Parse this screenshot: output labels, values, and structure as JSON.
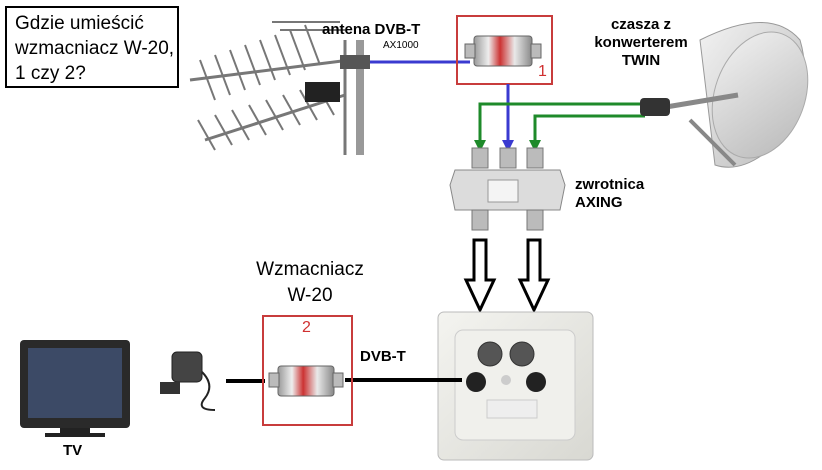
{
  "question": {
    "lines": [
      "Gdzie umieścić",
      "wzmacniacz W-20,",
      "1 czy 2?"
    ]
  },
  "antenna": {
    "label": "antena DVB-T",
    "model": "AX1000"
  },
  "dish": {
    "label_lines": [
      "czasza z",
      "konwerterem",
      "TWIN"
    ]
  },
  "diplexer": {
    "label_lines": [
      "zwrotnica",
      "AXING"
    ]
  },
  "amplifier": {
    "label_lines": [
      "Wzmacniacz",
      "W-20"
    ]
  },
  "positions": {
    "first": "1",
    "second": "2"
  },
  "cable_label": "DVB-T",
  "tv_label": "TV",
  "colors": {
    "satellite_cable": "#1e8a2a",
    "terrestrial_cable": "#3a3ad0",
    "highlight_box": "#c83c3c"
  }
}
